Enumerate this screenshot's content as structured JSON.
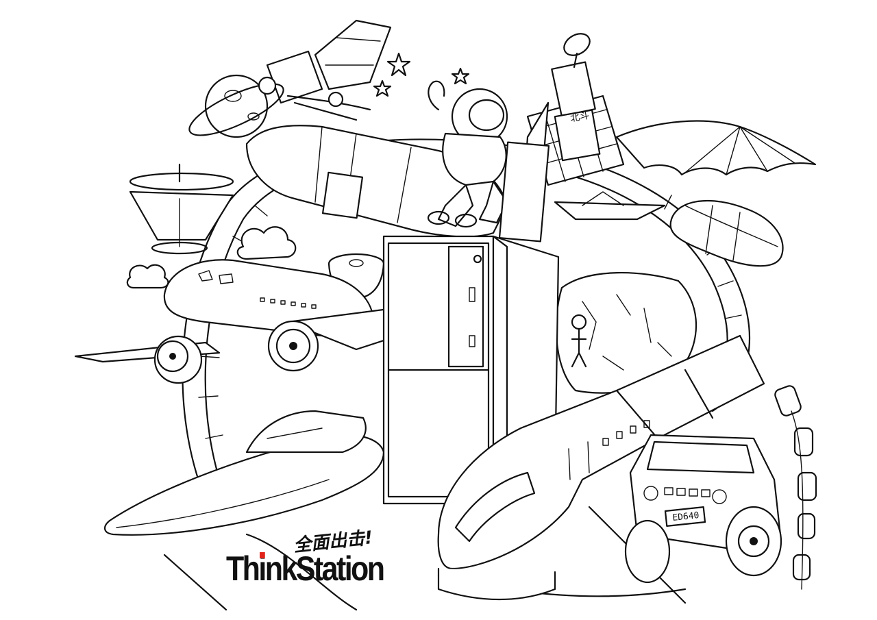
{
  "artwork": {
    "style": "black-and-white line drawing",
    "ink_color": "#111111",
    "paper_color": "#ffffff",
    "accent_color": "#e2231a"
  },
  "brand": {
    "prefix": "Th",
    "dotted_letter": "i",
    "suffix": "nkStation",
    "slogan": "全面出击!"
  },
  "labels": {
    "satellite_text": "北斗",
    "license_plate": "ED640"
  },
  "icons": {
    "tower": "workstation-tower-icon",
    "plane": "airliner-icon",
    "train": "bullet-train-icon",
    "car": "suv-icon",
    "rocket": "rocket-icon",
    "astronaut": "astronaut-icon",
    "satellite": "satellite-icon",
    "planet": "ringed-planet-icon",
    "airship": "airship-icon",
    "copter": "copter-icon",
    "speedboat": "speedboat-icon",
    "glider": "glider-icon",
    "bat_wing": "bat-wing-icon",
    "stars": "star-icon"
  }
}
